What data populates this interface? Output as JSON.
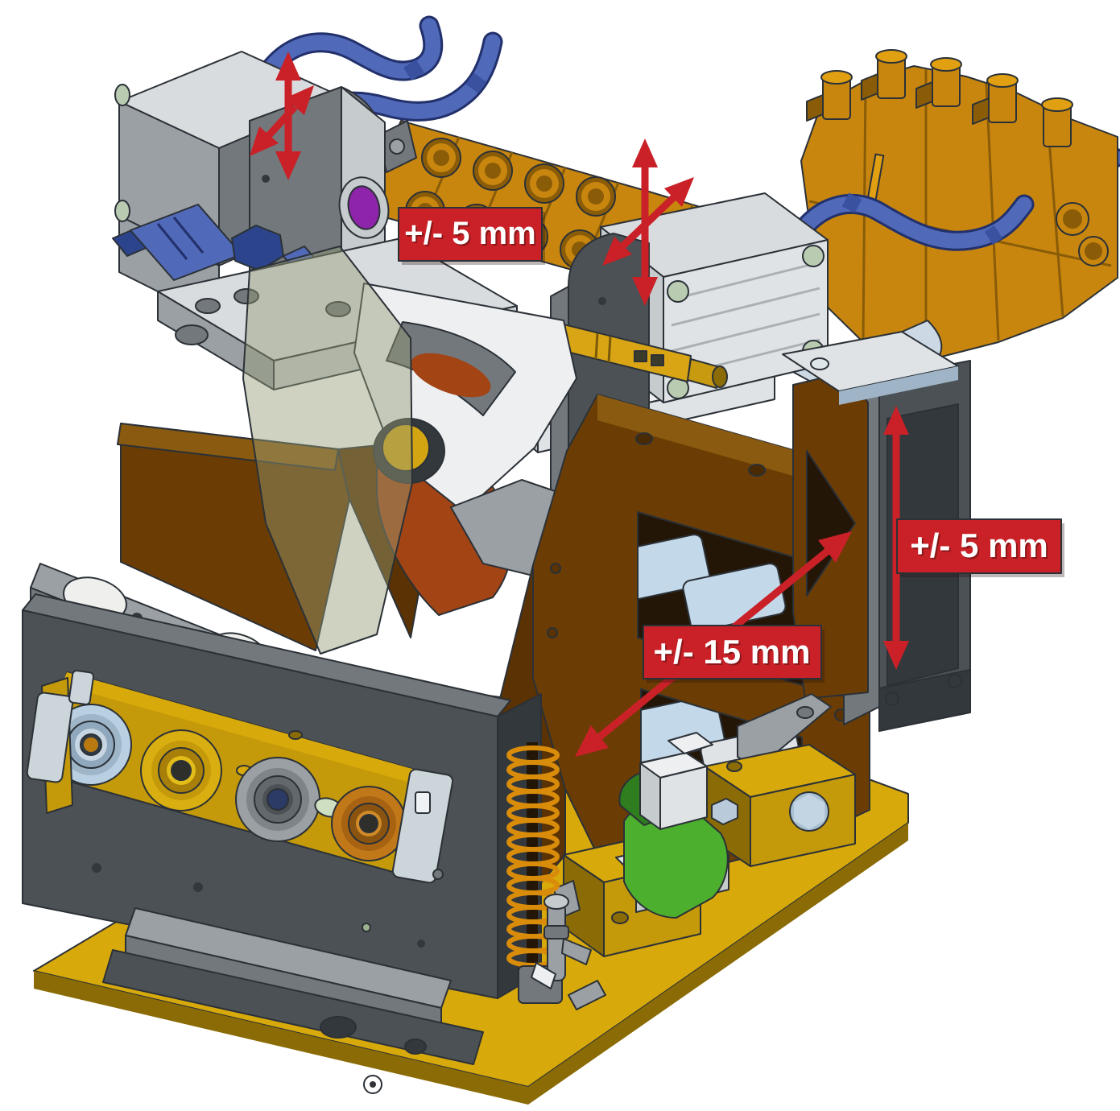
{
  "annotations": {
    "style": {
      "bg": "#c92127",
      "fg": "#ffffff",
      "arrow": "#c92127"
    },
    "label_top_left": {
      "text": "+/- 5 mm"
    },
    "label_right": {
      "text": "+/- 5 mm"
    },
    "label_center": {
      "text": "+/- 15 mm"
    }
  },
  "palette": {
    "background": "#ffffff",
    "annotation_red": "#c92127",
    "base_plate_yellow": "#d8a90a",
    "gold_plate": "#c49a0b",
    "manifold_amber": "#c8860f",
    "frame_brown": "#6b3d04",
    "cable_blue": "#5069b8",
    "connector_blue": "#2c448c",
    "valve_green": "#4caf2e",
    "spring_orange": "#d98c0a",
    "rust_copper": "#a34415",
    "lens_purple": "#8e24aa",
    "metal_light": "#d9dcde",
    "metal_mid": "#9aa0a4",
    "metal_dark": "#4b5155",
    "sky_blue_parts": "#c3d9ea",
    "bolt_green": "#b9cbb0"
  },
  "components": [
    "sensor-camera-unit",
    "pneumatic-tubes",
    "m12-connector-panel",
    "stepper-motor-unit",
    "inductive-sensor-yellow",
    "pneumatic-manifold",
    "sheet-metal-bracket",
    "spring-tower",
    "coil-springs",
    "tolerance-frame-brown",
    "side-plate-brown",
    "cam-follower-rust",
    "machined-arm-white",
    "roller-clamp-unit",
    "guide-rollers",
    "base-plate-yellow",
    "solenoid-valve-green",
    "mounting-blocks-gold",
    "origin-marker"
  ]
}
